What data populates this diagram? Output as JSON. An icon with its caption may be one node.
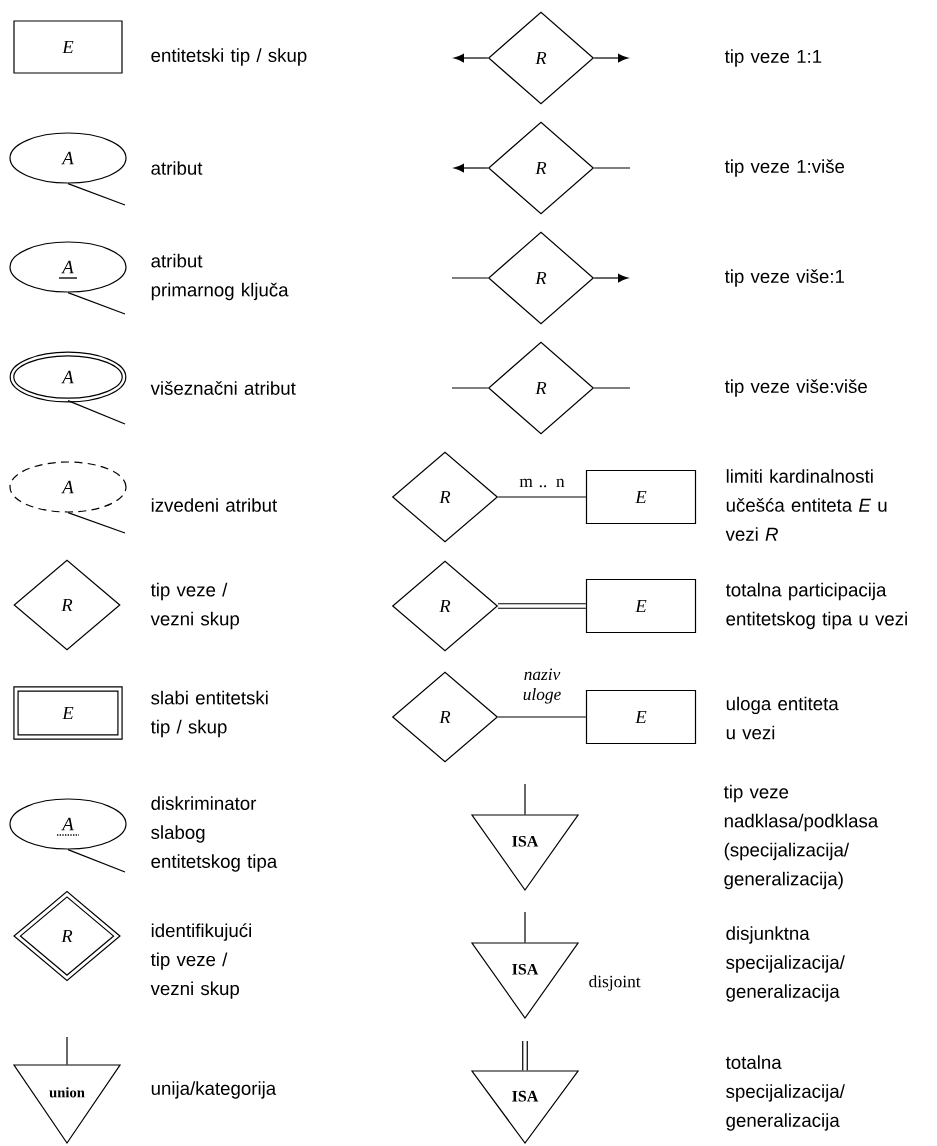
{
  "diagram": {
    "nodes": [
      {
        "text": [
          "E"
        ],
        "beside": [
          "entitetski tip / skup"
        ]
      },
      {
        "text": [
          "A"
        ],
        "beside": [
          "atribut"
        ]
      },
      {
        "text": [
          "A"
        ],
        "beside": [
          "atribut primarnog ključa"
        ]
      },
      {
        "text": [
          "A"
        ],
        "beside": [
          "višeznačni atribut"
        ]
      },
      {
        "text": [
          "A"
        ],
        "beside": [
          "izvedeni atribut"
        ]
      },
      {
        "text": [
          "R"
        ],
        "beside": [
          "tip veze / vezni skup"
        ]
      },
      {
        "text": [
          "E"
        ],
        "beside": [
          "slabi entitetski tip / skup"
        ]
      },
      {
        "text": [
          "A"
        ],
        "beside": [
          "diskriminator slabog entitetskog tipa"
        ]
      },
      {
        "text": [
          "R"
        ],
        "beside": [
          "identifikujući tip veze / vezni skup"
        ]
      },
      {
        "text": [
          "union"
        ],
        "beside": [
          "unija/kategorija"
        ]
      },
      {
        "text": [
          "R"
        ]
      },
      {
        "text": [
          "R"
        ]
      },
      {
        "text": [
          "R"
        ]
      },
      {
        "text": [
          "R"
        ]
      },
      {
        "text": [
          "R"
        ]
      },
      {
        "text": [
          "E"
        ],
        "beside": [
          "limiti kardinalnosti učešća entiteta *E* u vezi *R*"
        ]
      },
      {
        "text": [
          "R"
        ]
      },
      {
        "text": [
          "E"
        ],
        "beside": [
          "totalna participacija entitetskog tipa u vezi"
        ]
      },
      {
        "text": [
          "R"
        ]
      },
      {
        "text": [
          "E"
        ],
        "beside": [
          "uloga entiteta u vezi"
        ]
      },
      {
        "text": [
          "ISA"
        ]
      },
      {
        "text": [
          "ISA"
        ],
        "beside": [
          "disjoint"
        ]
      },
      {
        "text": [
          "ISA"
        ]
      }
    ],
    "labels": [
      "tip veze 1:1",
      "tip veze 1:više",
      "tip veze više:1",
      "tip veze više:više",
      "tip veze nadklasa/podklasa (specijalizacija/ generalizacija)",
      "disjunktna specijalizacija/ generalizacija",
      "totalna specijalizacija/ generalizacija"
    ],
    "edges": [
      {
        "from": 1,
        "to": null,
        "arrow": "none"
      },
      {
        "from": 2,
        "to": null,
        "arrow": "none"
      },
      {
        "from": 3,
        "to": null,
        "arrow": "none"
      },
      {
        "from": 4,
        "to": null,
        "arrow": "none"
      },
      {
        "from": 7,
        "to": null,
        "arrow": "none"
      },
      {
        "from": null,
        "to": 9,
        "arrow": "none"
      },
      {
        "from": 10,
        "to": null,
        "arrow": "to"
      },
      {
        "from": 10,
        "to": null,
        "arrow": "to"
      },
      {
        "from": 11,
        "to": null,
        "arrow": "to"
      },
      {
        "from": 11,
        "to": null,
        "arrow": "none"
      },
      {
        "from": 12,
        "to": null,
        "arrow": "none"
      },
      {
        "from": 12,
        "to": null,
        "arrow": "to"
      },
      {
        "from": 13,
        "to": null,
        "arrow": "none"
      },
      {
        "from": 13,
        "to": null,
        "arrow": "none"
      },
      {
        "from": 14,
        "to": 15,
        "arrow": "none",
        "label": "m .. n"
      },
      {
        "from": 16,
        "to": 17,
        "arrow": "none",
        "style": "thick"
      },
      {
        "from": 18,
        "to": 19,
        "arrow": "none",
        "label": "naziv uloge"
      },
      {
        "from": null,
        "to": 20,
        "arrow": "none"
      },
      {
        "from": null,
        "to": 21,
        "arrow": "none"
      },
      {
        "from": null,
        "to": 22,
        "arrow": "none",
        "style": "thick"
      }
    ]
  }
}
